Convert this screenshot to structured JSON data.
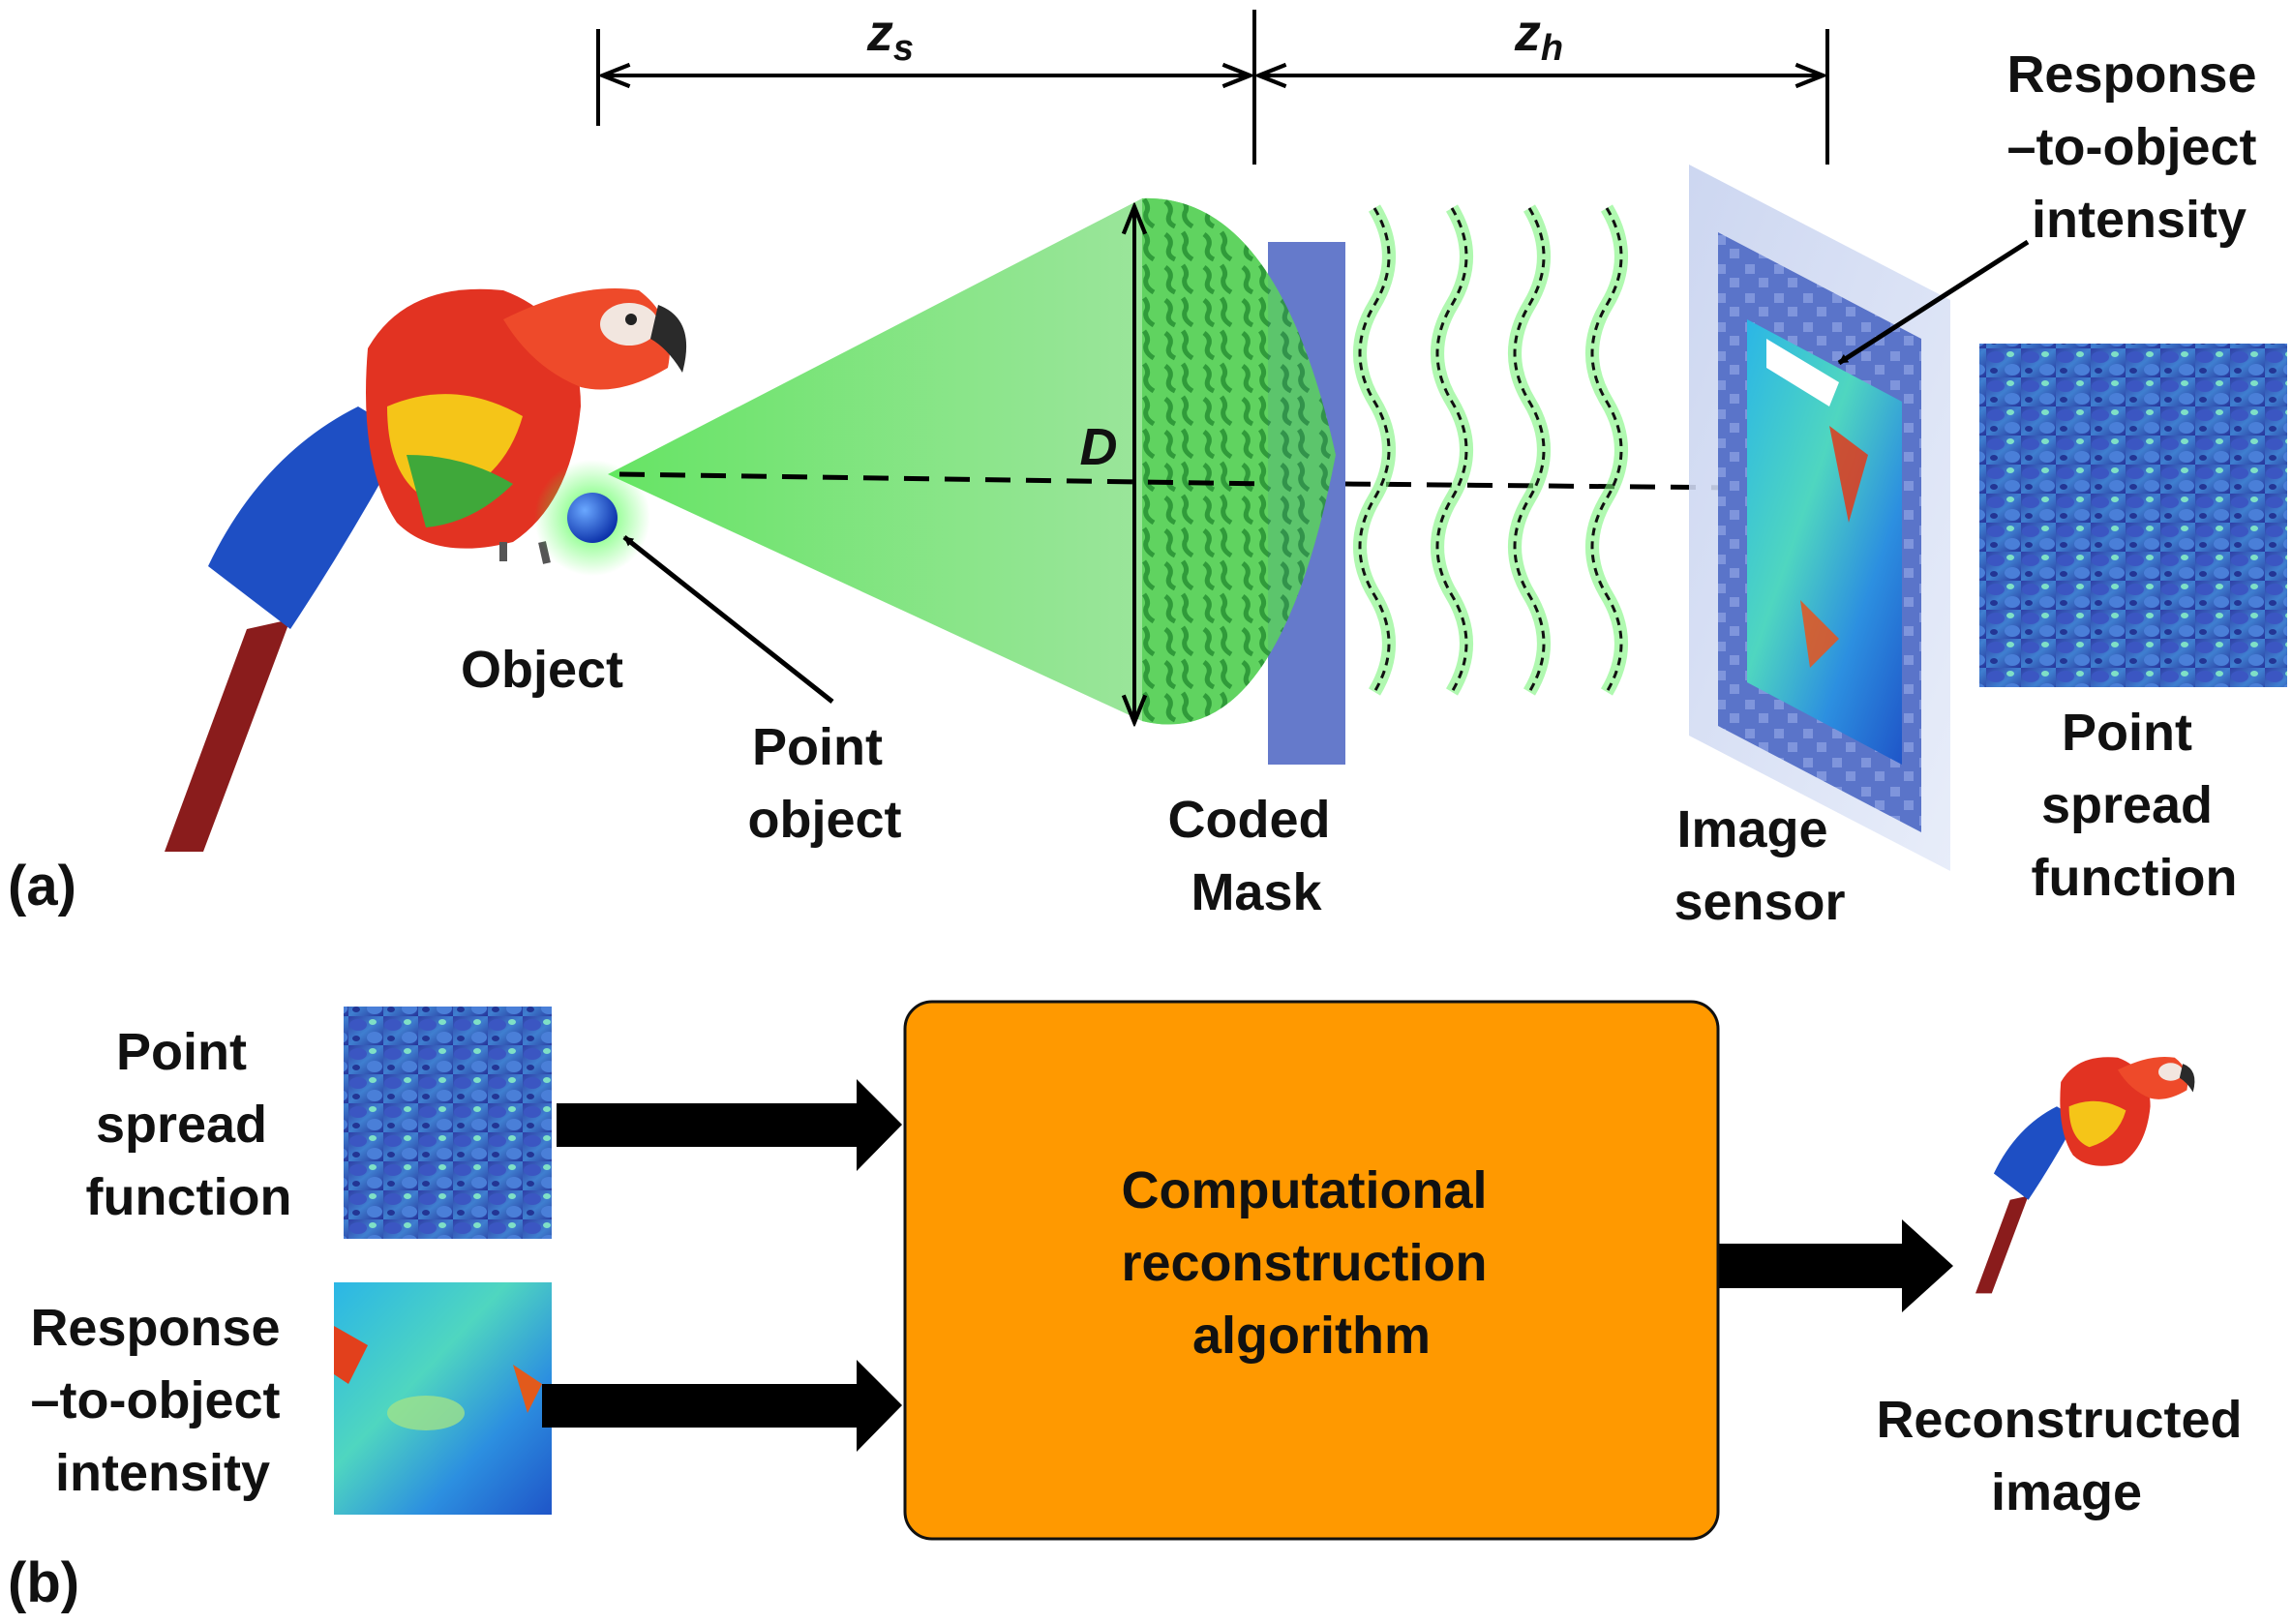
{
  "panel_a": {
    "tag": "(a)",
    "dim_zs": {
      "base": "z",
      "sub": "s"
    },
    "dim_zh": {
      "base": "z",
      "sub": "h"
    },
    "dim_d": "D",
    "object_label": "Object",
    "point_object_label": [
      "Point",
      "object"
    ],
    "coded_mask_label": [
      "Coded",
      "Mask"
    ],
    "image_sensor_label": [
      "Image",
      "sensor"
    ],
    "response_label": [
      "Response",
      "–to-object",
      "intensity"
    ],
    "psf_label": [
      "Point",
      "spread",
      "function"
    ]
  },
  "panel_b": {
    "tag": "(b)",
    "psf_input_label": [
      "Point",
      "spread",
      "function"
    ],
    "response_input_label": [
      "Response",
      "–to-object",
      "intensity"
    ],
    "algorithm_label": [
      "Computational",
      "reconstruction",
      "algorithm"
    ],
    "output_label": [
      "Reconstructed",
      "image"
    ]
  },
  "colors": {
    "cone_green": "#39d93a",
    "algorithm_box": "#ff9900",
    "psf_blue": "#2b3f9e",
    "arrow": "#000000"
  },
  "icons": {
    "object": "parrot-icon",
    "point_source": "sphere-icon",
    "output": "parrot-icon"
  }
}
